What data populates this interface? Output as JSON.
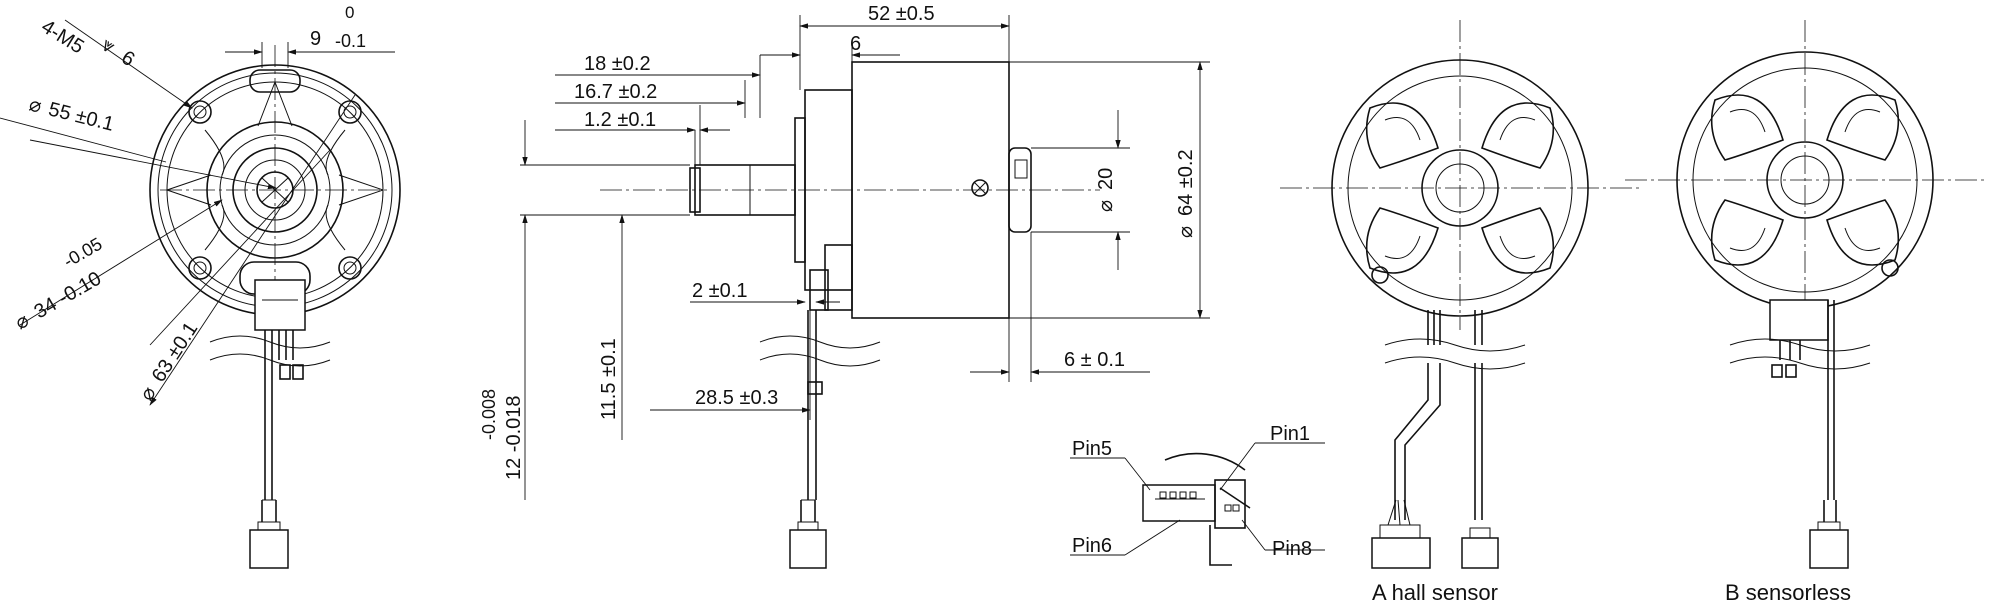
{
  "front_view": {
    "thread": "4-M5",
    "thread_depth": "6",
    "tol_upper": "0",
    "width": "9",
    "width_tol": "-0.1",
    "dia55": "55 ±0.1",
    "dia34_tol_upper": "-0.05",
    "dia34": "34 -0.10",
    "dia63": "63 ±0.1"
  },
  "side_view": {
    "len52": "52 ±0.5",
    "len6": "6",
    "len18": "18 ±0.2",
    "len167": "16.7 ±0.2",
    "len12": "1.2 ±0.1",
    "dia20": "20",
    "dia64": "64 ±0.2",
    "len2": "2 ±0.1",
    "len6b": "6 ± 0.1",
    "len115": "11.5 ±0.1",
    "len285": "28.5 ±0.3",
    "shaft_tol": "-0.008",
    "shaft": "12 -0.018"
  },
  "connector": {
    "pin5": "Pin5",
    "pin1": "Pin1",
    "pin6": "Pin6",
    "pin8": "Pin8"
  },
  "variants": {
    "a_label": "A  hall sensor",
    "b_label": "B  sensorless"
  },
  "icons": [
    "diameter-symbol",
    "depth-symbol"
  ]
}
